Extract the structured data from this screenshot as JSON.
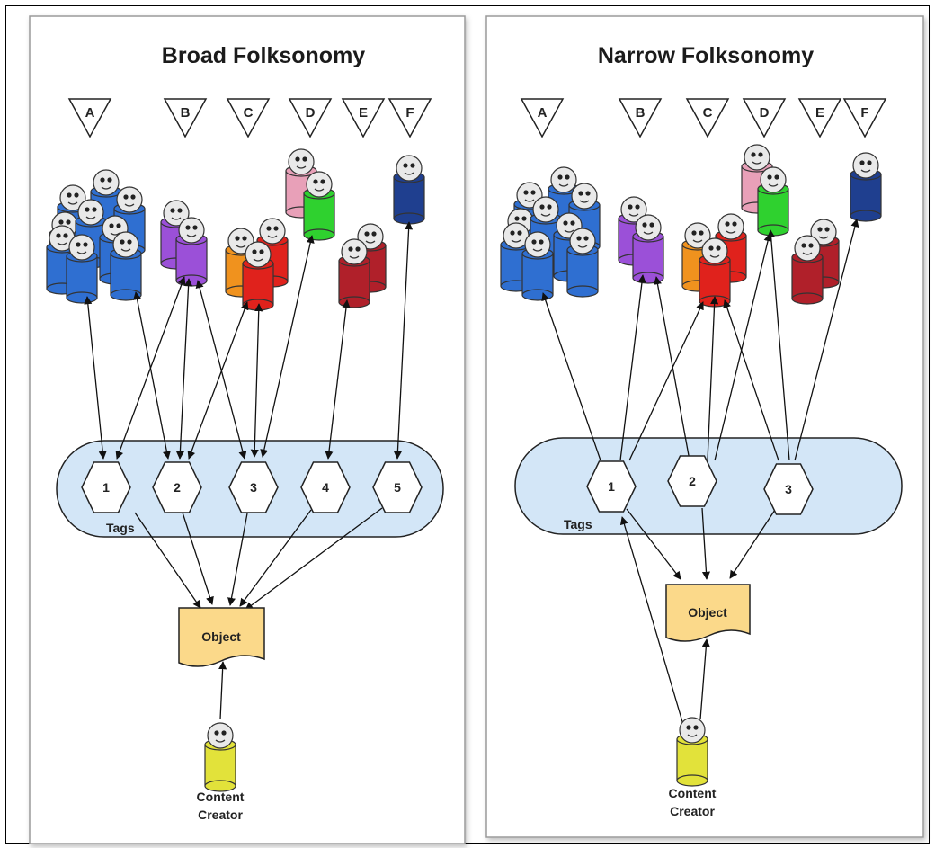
{
  "panels": [
    {
      "title": "Broad Folksonomy",
      "groups": [
        "A",
        "B",
        "C",
        "D",
        "E",
        "F"
      ],
      "tags_label": "Tags",
      "tags": [
        "1",
        "2",
        "3",
        "4",
        "5"
      ],
      "object_label": "Object",
      "creator_line1": "Content",
      "creator_line2": "Creator"
    },
    {
      "title": "Narrow Folksonomy",
      "groups": [
        "A",
        "B",
        "C",
        "D",
        "E",
        "F"
      ],
      "tags_label": "Tags",
      "tags": [
        "1",
        "2",
        "3"
      ],
      "object_label": "Object",
      "creator_line1": "Content",
      "creator_line2": "Creator"
    }
  ],
  "colors": {
    "group_A": "#2f6fd1",
    "group_B": "#9b50d8",
    "group_C_orange": "#f0921e",
    "group_C_red": "#e0221c",
    "group_D_pink": "#e8a0b8",
    "group_D_green": "#2fd12f",
    "group_E": "#b0202a",
    "group_F": "#1f3f8f",
    "creator": "#e2e23a",
    "tags_area": "#d3e6f7",
    "object": "#fbd98a"
  },
  "icons": {
    "group_marker": "triangle-group-icon",
    "person": "person-icon",
    "tag": "hexagon-tag-icon",
    "object": "document-icon"
  }
}
